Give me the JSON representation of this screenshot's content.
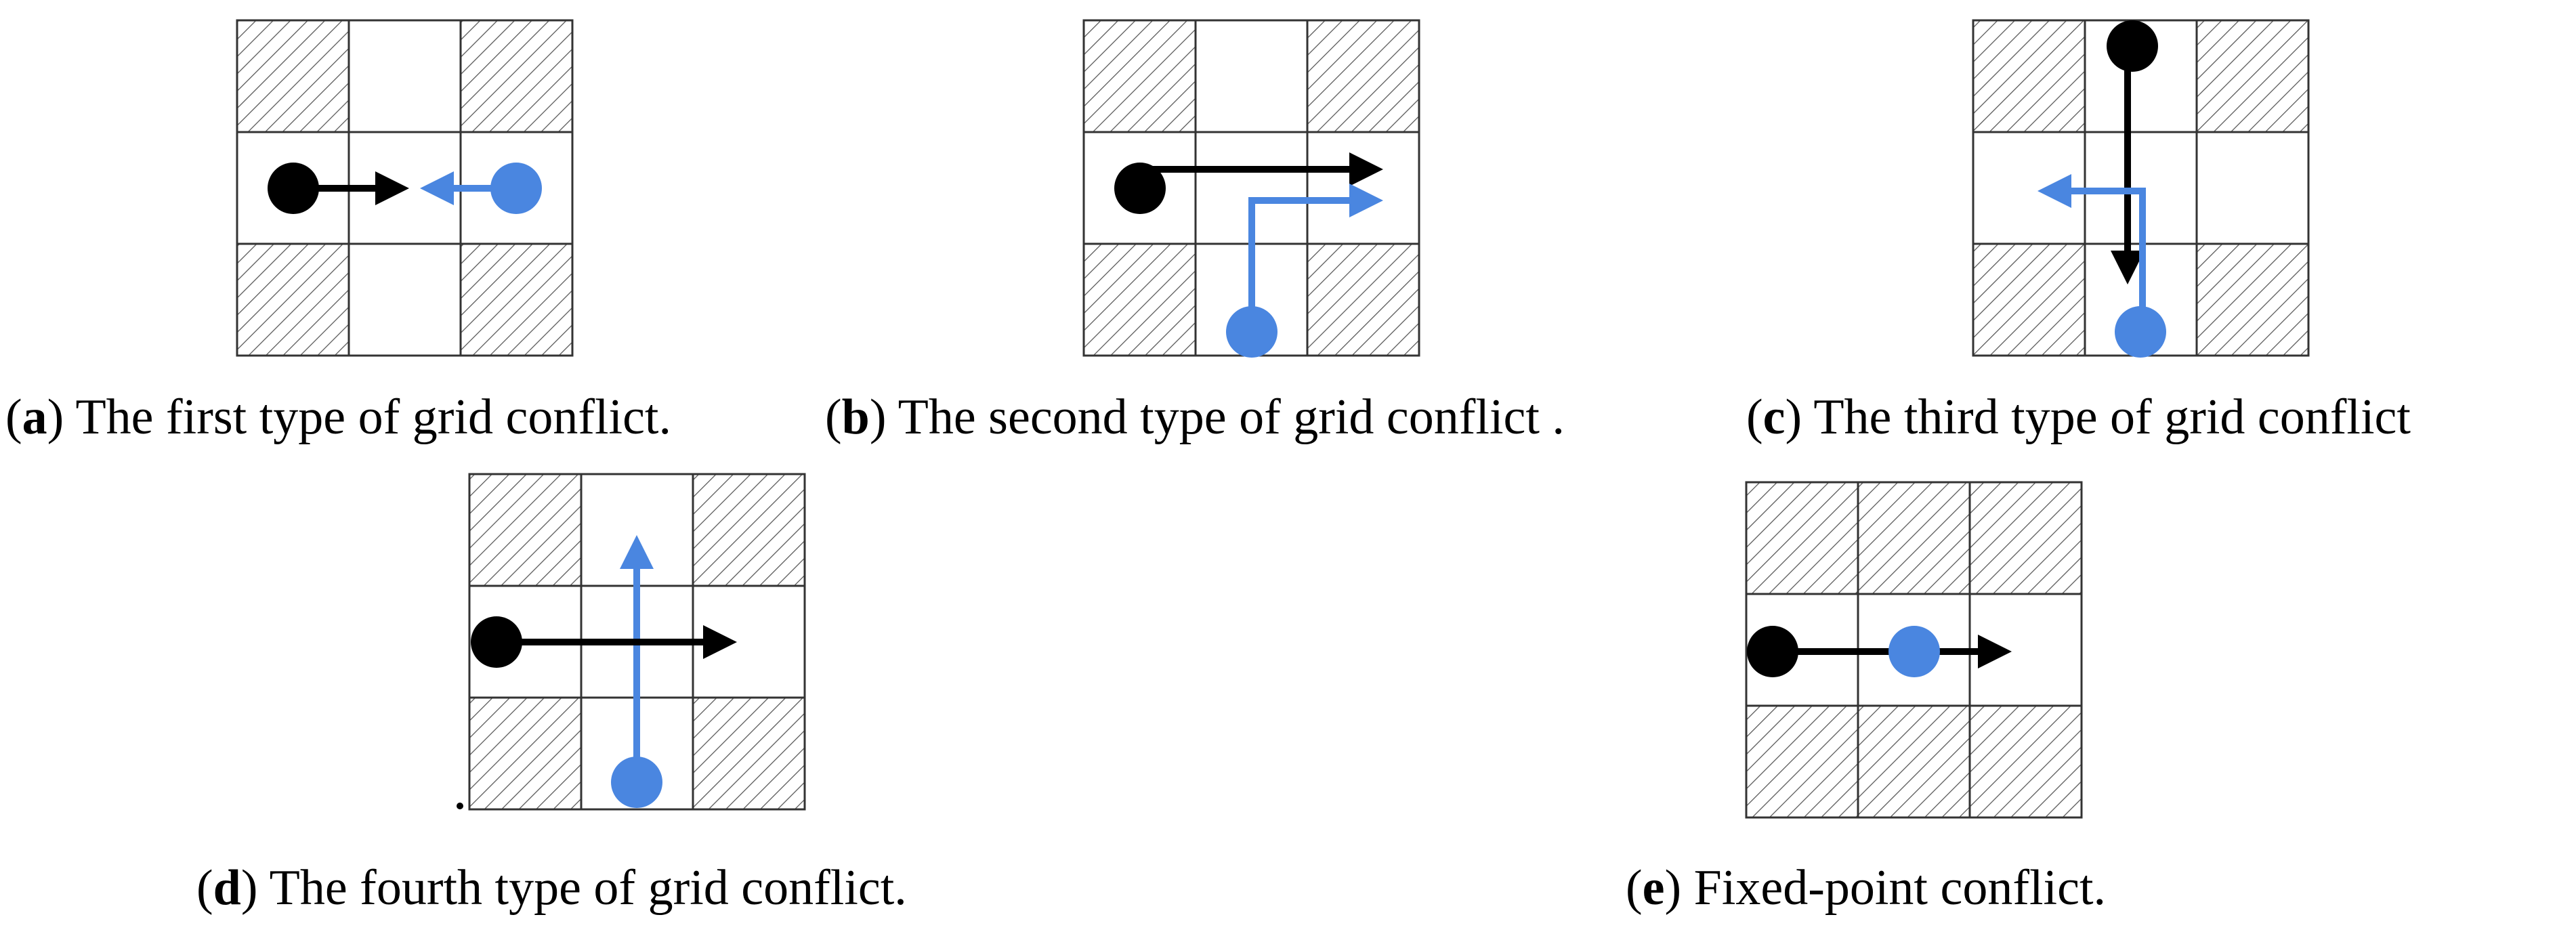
{
  "colors": {
    "agent_black": "#000000",
    "agent_blue": "#4a86e0",
    "grid_line": "#333333",
    "hatch": "#555555"
  },
  "panels": [
    {
      "id": "a",
      "letter": "a",
      "caption": " The first type of grid conflict.",
      "hatched_cells": [
        0,
        2,
        6,
        8
      ]
    },
    {
      "id": "b",
      "letter": "b",
      "caption": " The second type of grid conflict .",
      "hatched_cells": [
        0,
        2,
        6,
        8
      ]
    },
    {
      "id": "c",
      "letter": "c",
      "caption": " The third type of grid conflict",
      "hatched_cells": [
        0,
        2,
        6,
        8
      ]
    },
    {
      "id": "d",
      "letter": "d",
      "caption": " The fourth type of grid conflict.",
      "hatched_cells": [
        0,
        2,
        6,
        8
      ]
    },
    {
      "id": "e",
      "letter": "e",
      "caption": " Fixed-point conflict.",
      "hatched_cells": [
        0,
        1,
        2,
        6,
        7,
        8
      ]
    }
  ]
}
